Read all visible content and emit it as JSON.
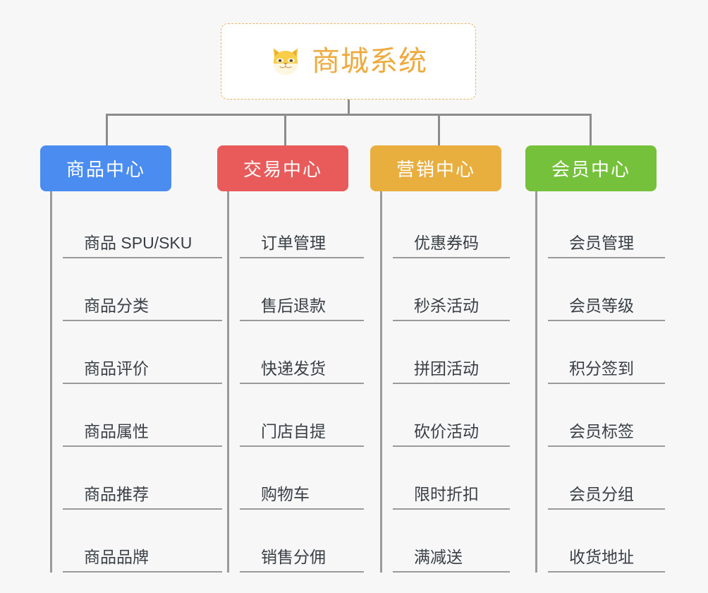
{
  "root": {
    "title": "商城系统",
    "icon": "shiba-dog-face-icon",
    "border_color": "#eab464",
    "text_color": "#eeaa3c",
    "background": "#ffffff"
  },
  "canvas": {
    "background": "#f7f7f7",
    "connector_color": "#8c8c8c",
    "leaf_line_color": "#9a9a9a",
    "leaf_text_color": "#3a3f45"
  },
  "branches": [
    {
      "label": "商品中心",
      "color": "#4a8cf0",
      "items": [
        "商品 SPU/SKU",
        "商品分类",
        "商品评价",
        "商品属性",
        "商品推荐",
        "商品品牌"
      ]
    },
    {
      "label": "交易中心",
      "color": "#e95b5b",
      "items": [
        "订单管理",
        "售后退款",
        "快递发货",
        "门店自提",
        "购物车",
        "销售分佣"
      ]
    },
    {
      "label": "营销中心",
      "color": "#e8ae3e",
      "items": [
        "优惠券码",
        "秒杀活动",
        "拼团活动",
        "砍价活动",
        "限时折扣",
        "满减送"
      ]
    },
    {
      "label": "会员中心",
      "color": "#76c13c",
      "items": [
        "会员管理",
        "会员等级",
        "积分签到",
        "会员标签",
        "会员分组",
        "收货地址"
      ]
    }
  ]
}
